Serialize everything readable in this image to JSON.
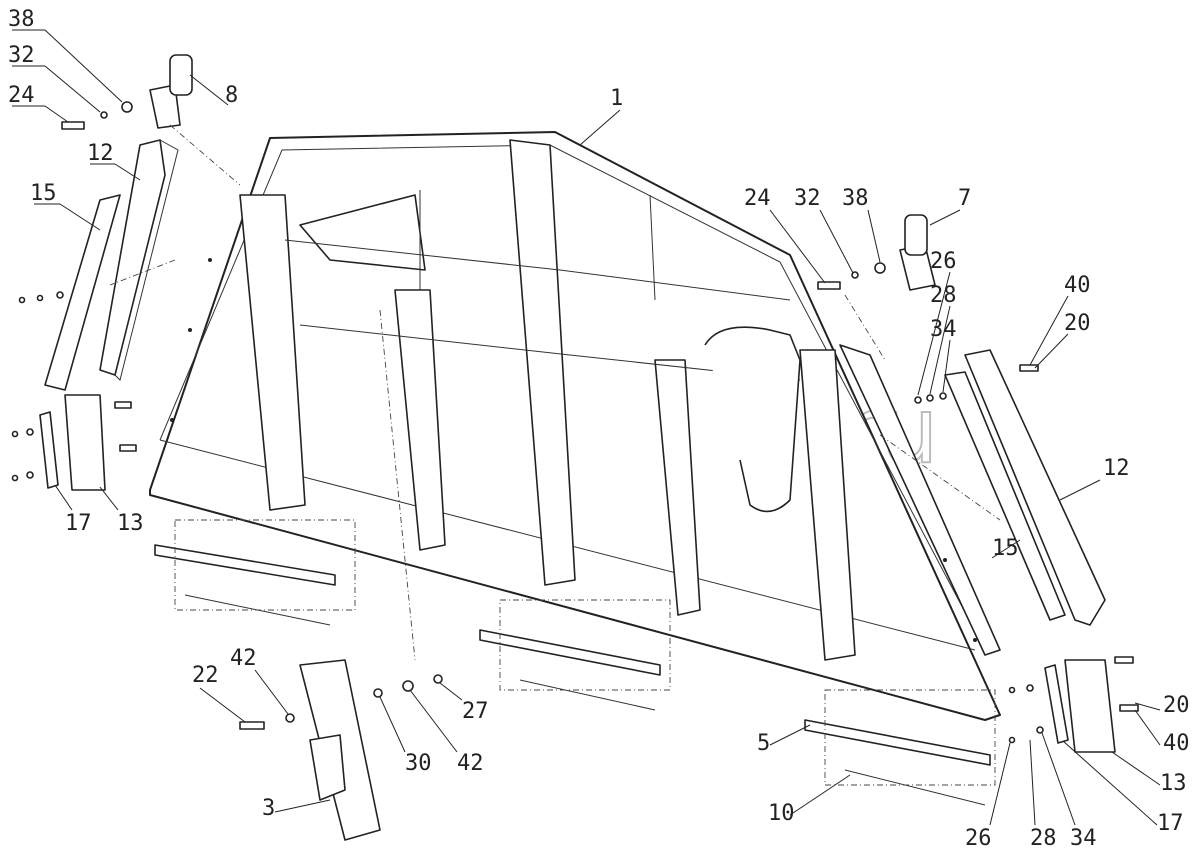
{
  "watermark": {
    "text": "autopiter.ru",
    "logo": "autopiter-logo"
  },
  "callouts": [
    "38",
    "32",
    "24",
    "8",
    "12",
    "15",
    "1",
    "24",
    "32",
    "38",
    "7",
    "26",
    "28",
    "34",
    "40",
    "20",
    "17",
    "13",
    "12",
    "15",
    "22",
    "42",
    "30",
    "42",
    "27",
    "3",
    "5",
    "10",
    "20",
    "40",
    "13",
    "26",
    "28",
    "34",
    "17"
  ]
}
